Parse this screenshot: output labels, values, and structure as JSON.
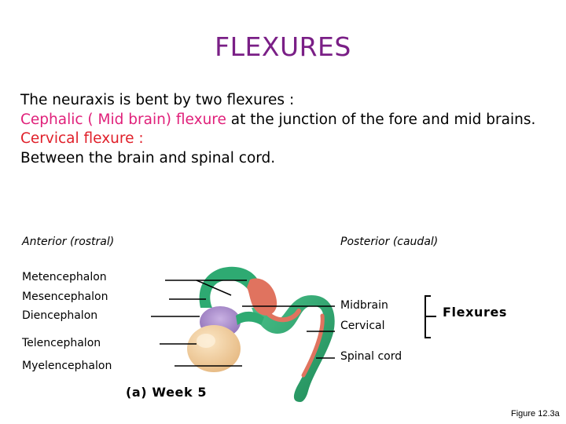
{
  "title": "FLEXURES",
  "paragraph": {
    "line1": "The neuraxis is bent by two flexures :",
    "cephalic_pink": "Cephalic ( Mid brain) flexure",
    "cephalic_rest": " at the junction of the fore and mid brains.",
    "cervical_heading": "Cervical flexure :",
    "cervical_desc": "Between the brain and spinal cord."
  },
  "figure": {
    "anterior": "Anterior (rostral)",
    "posterior": "Posterior (caudal)",
    "left_labels": [
      "Metencephalon",
      "Mesencephalon",
      "Diencephalon",
      "Telencephalon",
      "Myelencephalon"
    ],
    "right_labels": [
      "Midbrain",
      "Cervical",
      "Spinal cord"
    ],
    "bracket_label": "Flexures",
    "caption": "(a) Week 5",
    "figure_number": "Figure 12.3a",
    "colors": {
      "metencephalon": "#2eaa72",
      "mesencephalon": "#e0735f",
      "diencephalon": "#a78ac8",
      "telencephalon": "#f4d3a0",
      "spinal_cord": "#2eaa72",
      "title": "#7a1f86",
      "highlight_red": "#e0202a",
      "highlight_pink": "#e0207a"
    }
  }
}
